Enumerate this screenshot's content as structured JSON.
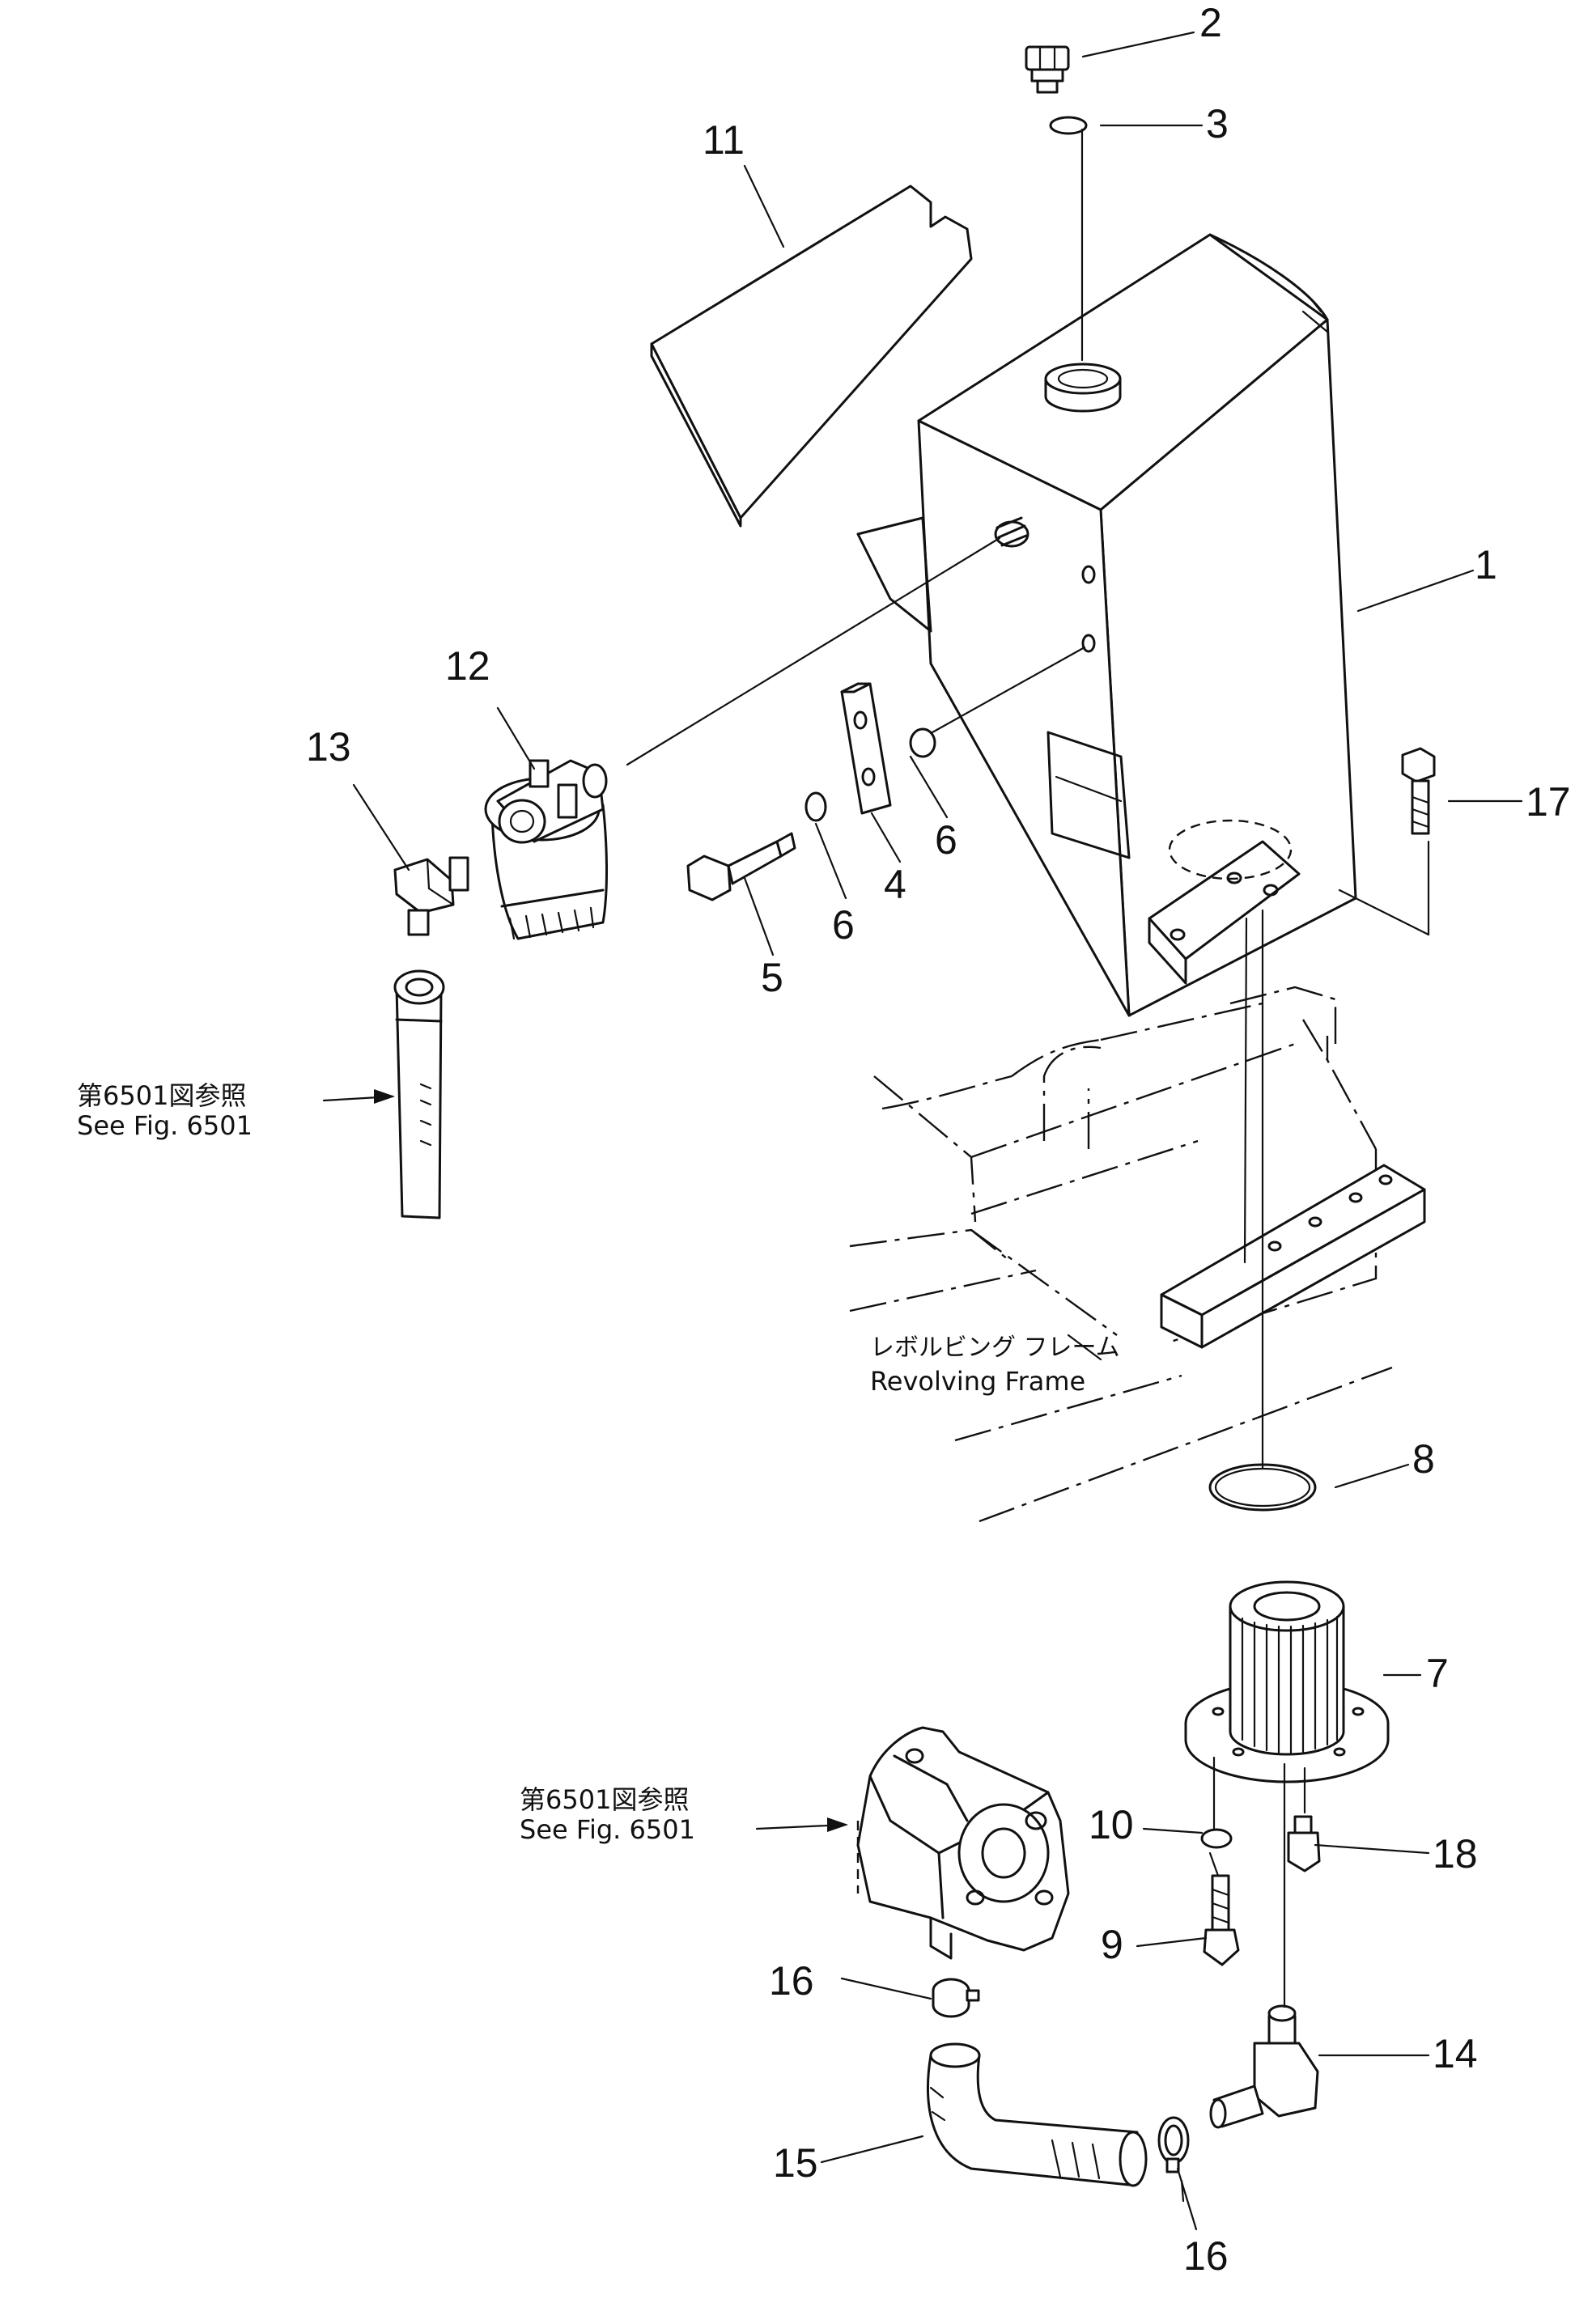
{
  "callouts": [
    "1",
    "2",
    "3",
    "4",
    "5",
    "6",
    "6",
    "7",
    "8",
    "9",
    "10",
    "11",
    "12",
    "13",
    "14",
    "15",
    "16",
    "16",
    "17",
    "18"
  ],
  "notes": {
    "top_ref_jp": "第6501図参照",
    "top_ref_en": "See Fig. 6501",
    "bottom_ref_jp": "第6501図参照",
    "bottom_ref_en": "See Fig. 6501",
    "frame_jp": "レボルビング フレーム",
    "frame_en": "Revolving Frame"
  }
}
